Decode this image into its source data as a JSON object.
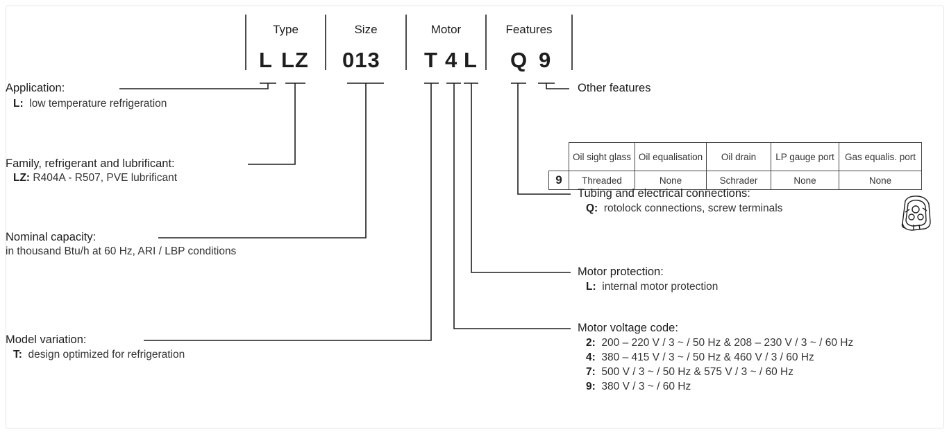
{
  "headers": {
    "type": "Type",
    "size": "Size",
    "motor": "Motor",
    "features": "Features"
  },
  "code": {
    "l": "L",
    "lz": "LZ",
    "size": "013",
    "t": "T",
    "four": "4",
    "l2": "L",
    "q": "Q",
    "nine": "9"
  },
  "application": {
    "title": "Application:",
    "code": "L:",
    "text": "low temperature refrigeration"
  },
  "family": {
    "title": "Family, refrigerant and lubrificant:",
    "code": "LZ:",
    "text": "R404A - R507, PVE lubrificant"
  },
  "capacity": {
    "title": "Nominal capacity:",
    "text": "in thousand Btu/h at 60 Hz, ARI / LBP conditions"
  },
  "variation": {
    "title": "Model variation:",
    "code": "T:",
    "text": "design optimized for refrigeration"
  },
  "other_features": {
    "title": "Other features",
    "columns": [
      "Oil sight glass",
      "Oil equalisation",
      "Oil drain",
      "LP gauge port",
      "Gas equalis. port"
    ],
    "row": {
      "code": "9",
      "values": [
        "Threaded",
        "None",
        "Schrader",
        "None",
        "None"
      ]
    }
  },
  "tubing": {
    "title": "Tubing and electrical connections:",
    "code": "Q:",
    "text": "rotolock connections, screw terminals"
  },
  "protection": {
    "title": "Motor protection:",
    "code": "L:",
    "text": "internal motor protection"
  },
  "voltage": {
    "title": "Motor voltage code:",
    "items": [
      {
        "code": "2:",
        "text": "200 – 220 V / 3 ~ / 50 Hz & 208 – 230 V / 3 ~ / 60 Hz"
      },
      {
        "code": "4:",
        "text": "380 – 415 V / 3 ~ / 50 Hz & 460 V / 3 / 60 Hz"
      },
      {
        "code": "7:",
        "text": "500 V / 3 ~ / 50 Hz & 575 V / 3 ~ / 60 Hz"
      },
      {
        "code": "9:",
        "text": "380 V / 3 ~ / 60 Hz"
      }
    ]
  },
  "icons": {
    "connection": "rotolock-connection-icon"
  }
}
